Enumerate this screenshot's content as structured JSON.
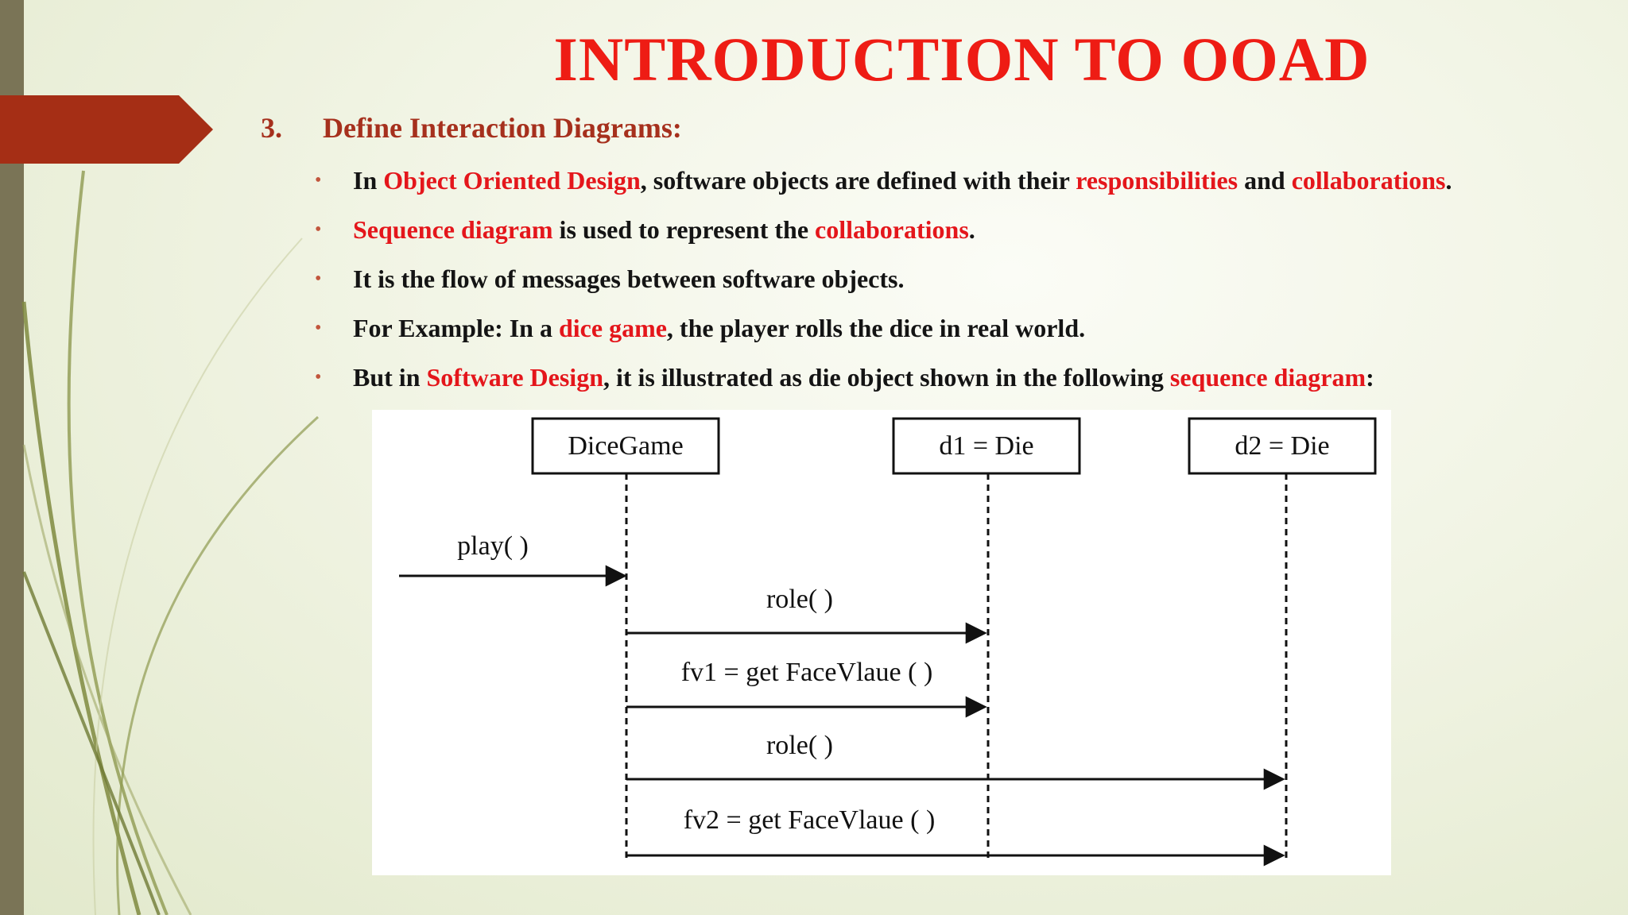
{
  "slide": {
    "title": "INTRODUCTION TO OOAD",
    "section": {
      "number": "3.",
      "heading": "Define Interaction Diagrams:"
    },
    "bullets": [
      [
        {
          "t": "In ",
          "hl": false
        },
        {
          "t": "Object Oriented Design",
          "hl": true
        },
        {
          "t": ", software objects are defined with their ",
          "hl": false
        },
        {
          "t": "responsibilities",
          "hl": true
        },
        {
          "t": " and ",
          "hl": false
        },
        {
          "t": "collaborations",
          "hl": true
        },
        {
          "t": ".",
          "hl": false
        }
      ],
      [
        {
          "t": "Sequence diagram",
          "hl": true
        },
        {
          "t": " is used to represent the ",
          "hl": false
        },
        {
          "t": "collaborations",
          "hl": true
        },
        {
          "t": ".",
          "hl": false
        }
      ],
      [
        {
          "t": "It is the flow of messages between software objects.",
          "hl": false
        }
      ],
      [
        {
          "t": "For Example: In a ",
          "hl": false
        },
        {
          "t": "dice game",
          "hl": true
        },
        {
          "t": ", the player rolls the dice in real world.",
          "hl": false
        }
      ],
      [
        {
          "t": "But in ",
          "hl": false
        },
        {
          "t": "Software Design",
          "hl": true
        },
        {
          "t": ", it is illustrated as die object shown in the following ",
          "hl": false
        },
        {
          "t": "sequence diagram",
          "hl": true
        },
        {
          "t": ":",
          "hl": false
        }
      ]
    ]
  },
  "sequence_diagram": {
    "participants": [
      "DiceGame",
      "d1 = Die",
      "d2 = Die"
    ],
    "messages": [
      {
        "label": "play( )",
        "from": "start",
        "to": "DiceGame"
      },
      {
        "label": "role( )",
        "from": "DiceGame",
        "to": "d1 = Die"
      },
      {
        "label": "fv1 = get FaceVlaue ( )",
        "from": "DiceGame",
        "to": "d1 = Die"
      },
      {
        "label": "role( )",
        "from": "DiceGame",
        "to": "d2 = Die"
      },
      {
        "label": "fv2 = get FaceVlaue ( )",
        "from": "DiceGame",
        "to": "d2 = Die"
      }
    ]
  },
  "colors": {
    "title": "#ee1c14",
    "highlight": "#e4161b",
    "section": "#a6301d",
    "body_text": "#141414",
    "ribbon": "#a52e15",
    "left_bar": "#7a7456",
    "swooshes": "#8f9a50"
  }
}
